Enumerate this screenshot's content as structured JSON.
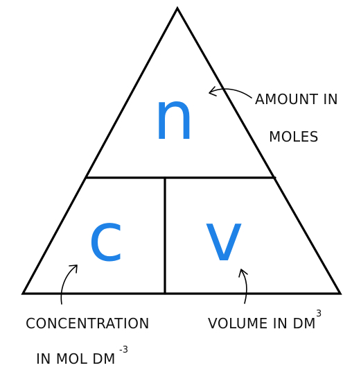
{
  "colors": {
    "symbol": "#1e82e6",
    "line": "#000000",
    "label": "#111111"
  },
  "symbols": {
    "top": "n",
    "bottom_left": "c",
    "bottom_right": "v"
  },
  "labels": {
    "amount_line1": "AMOUNT IN",
    "amount_line2": "MOLES",
    "concentration_line1": "CONCENTRATION",
    "concentration_line2": "IN MOL DM",
    "concentration_exponent": "-3",
    "volume_text": "VOLUME  IN DM",
    "volume_exponent": "3"
  }
}
